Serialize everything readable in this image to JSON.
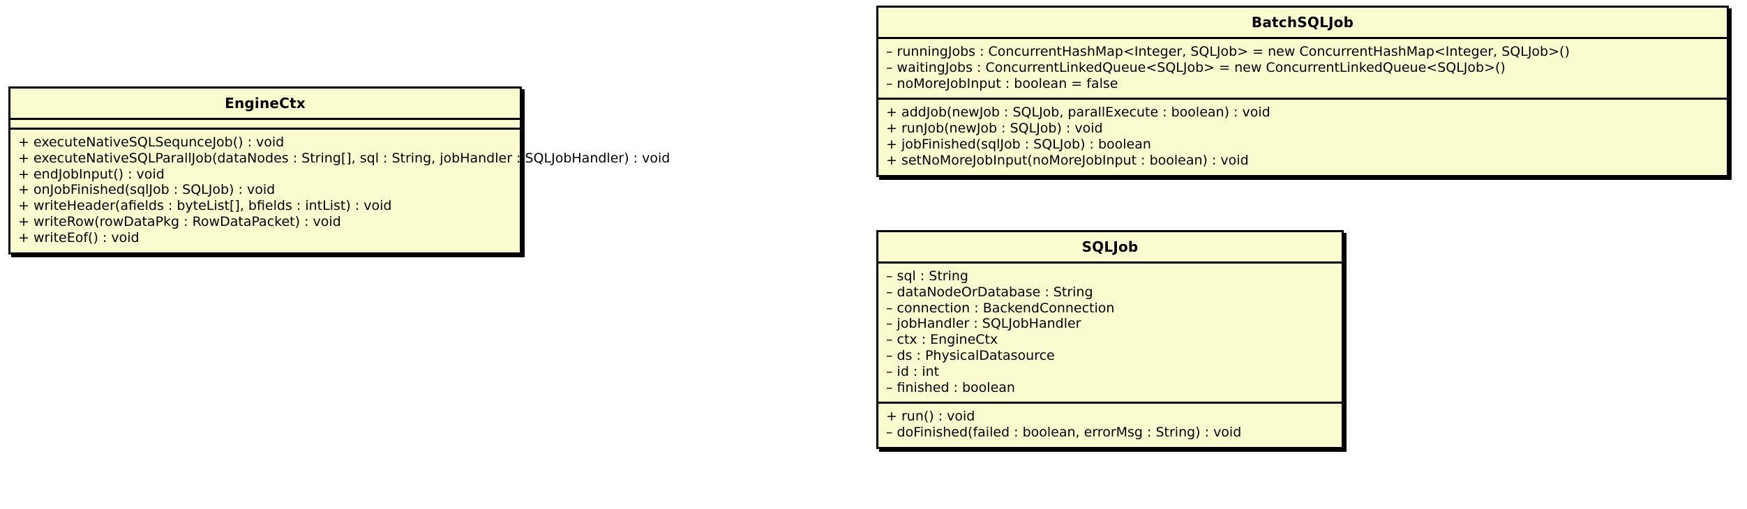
{
  "diagram": {
    "type": "uml-class-diagram",
    "background_color": "#ffffff",
    "class_fill_color": "#fbfbd0",
    "border_color": "#000000"
  },
  "classes": [
    {
      "id": "engine-ctx",
      "name": "EngineCtx",
      "attributes": [],
      "operations": [
        "+ executeNativeSQLSequnceJob() : void",
        "+ executeNativeSQLParallJob(dataNodes : String[], sql : String, jobHandler : SQLJobHandler) : void",
        "+ endJobInput() : void",
        "+ onJobFinished(sqlJob : SQLJob) : void",
        "+ writeHeader(afields : byteList[], bfields : intList) : void",
        "+ writeRow(rowDataPkg : RowDataPacket) : void",
        "+ writeEof() : void"
      ]
    },
    {
      "id": "batch-sql-job",
      "name": "BatchSQLJob",
      "attributes": [
        "– runningJobs : ConcurrentHashMap<Integer, SQLJob> = new ConcurrentHashMap<Integer, SQLJob>()",
        "– waitingJobs : ConcurrentLinkedQueue<SQLJob> = new ConcurrentLinkedQueue<SQLJob>()",
        "– noMoreJobInput : boolean = false"
      ],
      "operations": [
        "+ addJob(newJob : SQLJob, parallExecute : boolean) : void",
        "+ runJob(newJob : SQLJob) : void",
        "+ jobFinished(sqlJob : SQLJob) : boolean",
        "+ setNoMoreJobInput(noMoreJobInput : boolean) : void"
      ]
    },
    {
      "id": "sql-job",
      "name": "SQLJob",
      "attributes": [
        "– sql : String",
        "– dataNodeOrDatabase : String",
        "– connection : BackendConnection",
        "– jobHandler : SQLJobHandler",
        "– ctx : EngineCtx",
        "– ds : PhysicalDatasource",
        "– id : int",
        "– finished : boolean"
      ],
      "operations": [
        "+ run() : void",
        "– doFinished(failed : boolean, errorMsg : String) : void"
      ]
    }
  ]
}
